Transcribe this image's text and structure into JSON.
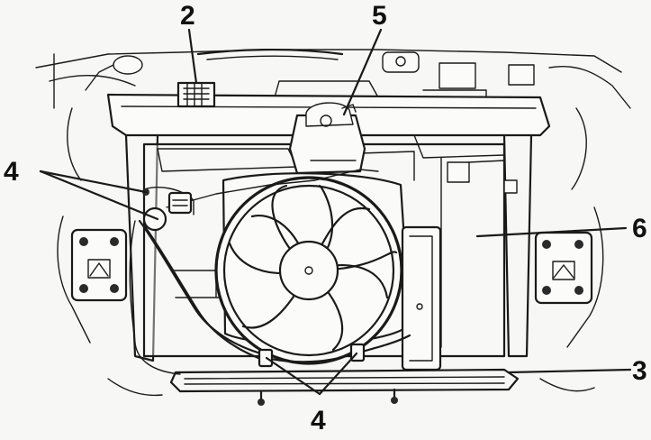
{
  "diagram": {
    "callouts": [
      {
        "id": "c2",
        "text": "2"
      },
      {
        "id": "c5",
        "text": "5"
      },
      {
        "id": "c4a",
        "text": "4"
      },
      {
        "id": "c6",
        "text": "6"
      },
      {
        "id": "c3",
        "text": "3"
      },
      {
        "id": "c4b",
        "text": "4"
      }
    ],
    "parts": [
      "radiator-fan",
      "fan-shroud",
      "fan-relay-connector",
      "coolant-temperature-sensor",
      "cable-clips",
      "front-panel",
      "lower-pipe",
      "engine-mount-bracket-left",
      "engine-mount-bracket-right"
    ]
  }
}
